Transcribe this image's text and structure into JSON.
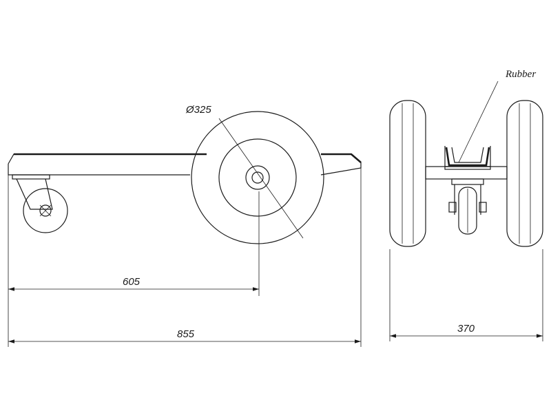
{
  "dimensions": {
    "wheel_diameter": "Ø325",
    "wheel_offset": "605",
    "overall_length": "855",
    "overall_width": "370"
  },
  "labels": {
    "rubber": "Rubber"
  }
}
